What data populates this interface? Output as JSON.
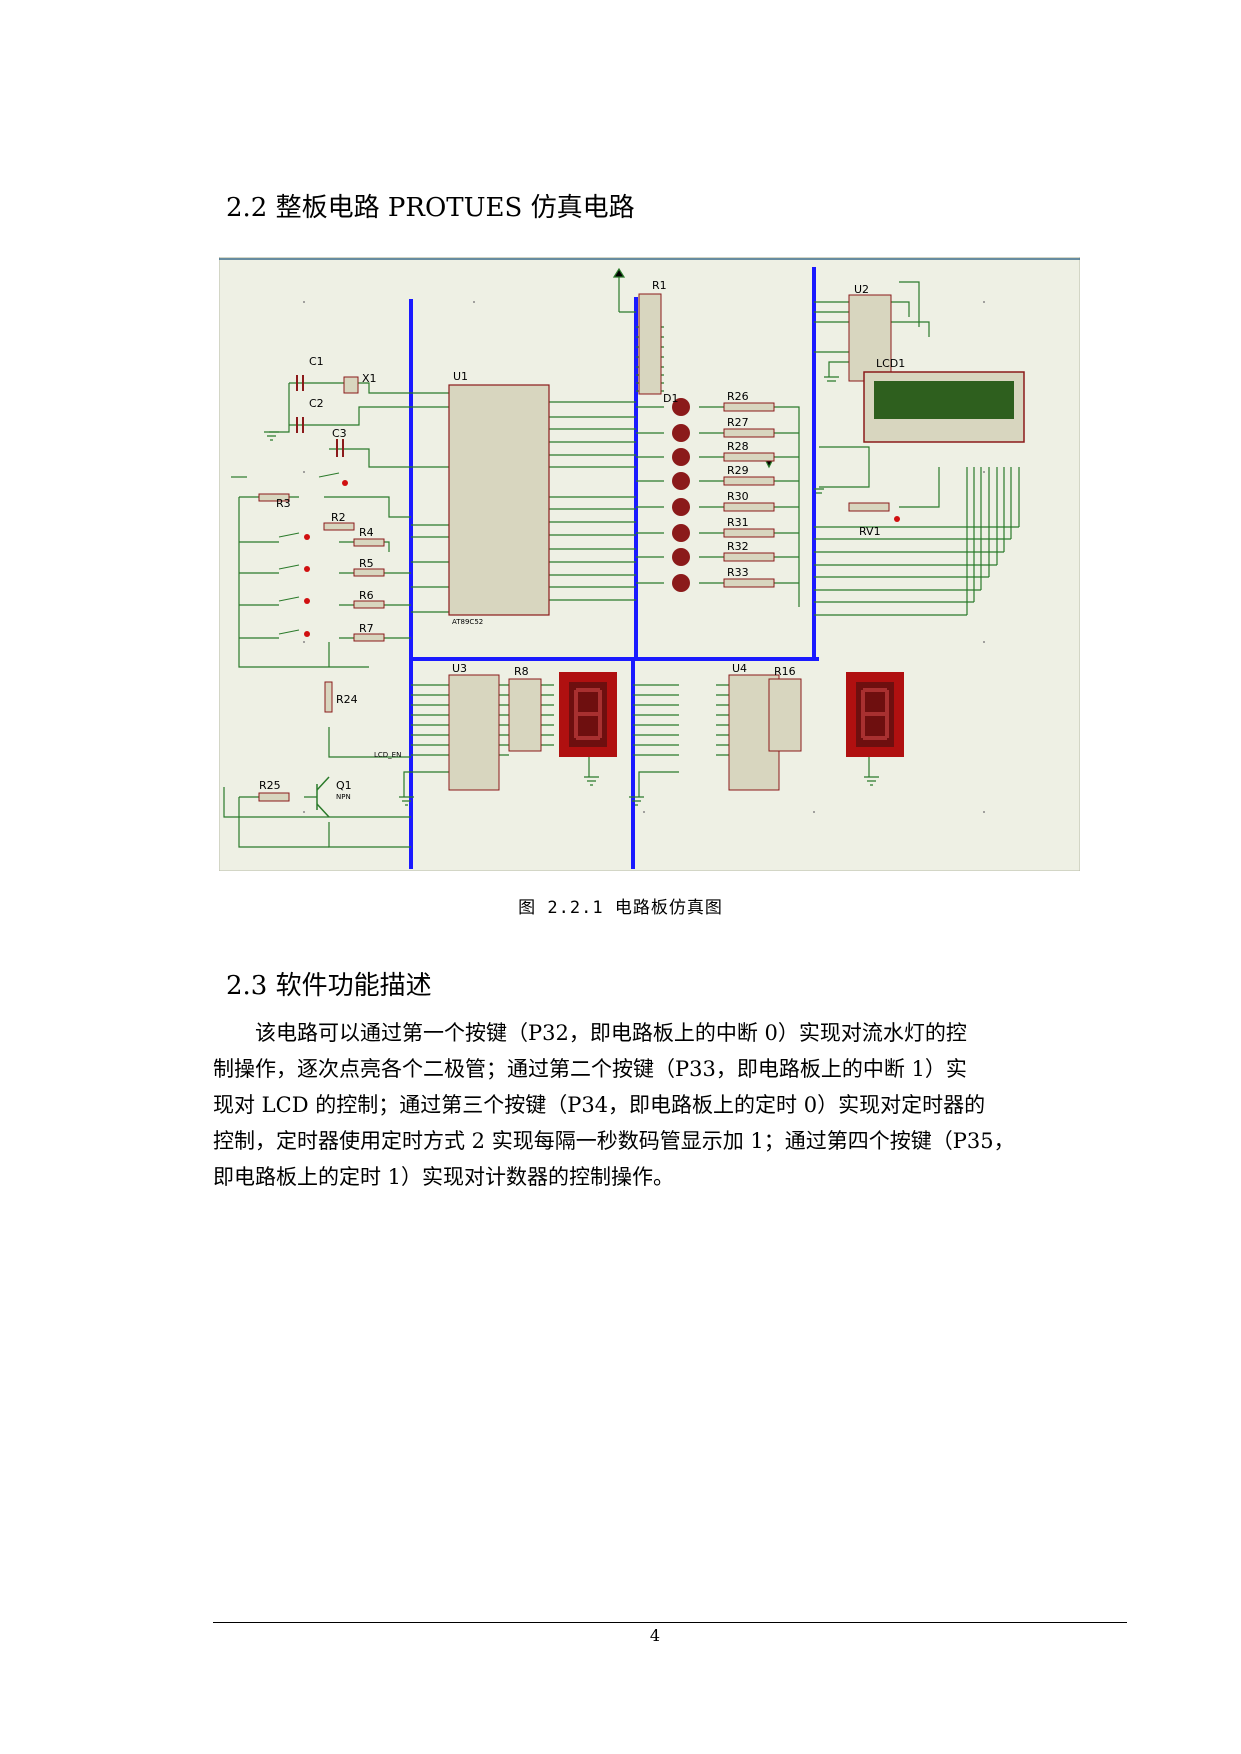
{
  "section_2_2": {
    "title": "2.2 整板电路 PROTUES 仿真电路"
  },
  "figure": {
    "caption": "图 2.2.1 电路板仿真图",
    "labels": {
      "c1": "C1",
      "c2": "C2",
      "c3": "C3",
      "x1": "X1",
      "u1": "U1",
      "u2": "U2",
      "u3": "U3",
      "u4": "U4",
      "r1": "R1",
      "r2": "R2",
      "r3": "R3",
      "r4": "R4",
      "r5": "R5",
      "r6": "R6",
      "r7": "R7",
      "r8": "R8",
      "r16": "R16",
      "r24": "R24",
      "r25": "R25",
      "q1": "Q1",
      "rv1": "RV1",
      "lcd": "LCD1",
      "d1": "D1",
      "led_res": [
        "R26",
        "R27",
        "R28",
        "R29",
        "R30",
        "R31",
        "R32",
        "R33"
      ],
      "u1_part": "AT89C52",
      "lcd_en": "LCD_EN",
      "npn": "NPN"
    }
  },
  "section_2_3": {
    "title": "2.3 软件功能描述",
    "lines": [
      "该电路可以通过第一个按键（P32，即电路板上的中断 0）实现对流水灯的控",
      "制操作，逐次点亮各个二极管；通过第二个按键（P33，即电路板上的中断 1）实",
      "现对 LCD 的控制；通过第三个按键（P34，即电路板上的定时 0）实现对定时器的",
      "控制，定时器使用定时方式 2 实现每隔一秒数码管显示加 1；通过第四个按键（P35，",
      "即电路板上的定时 1）实现对计数器的控制操作。"
    ]
  },
  "footer": {
    "page_number": "4"
  },
  "colors": {
    "background": "#eef0e4",
    "bus": "#1a1aff",
    "wire": "#2a7a2a",
    "part": "#8b1a1a",
    "chip_fill": "#d8d6bf",
    "lcd_screen": "#2e5f1e",
    "seg": "#6e0f0f"
  }
}
